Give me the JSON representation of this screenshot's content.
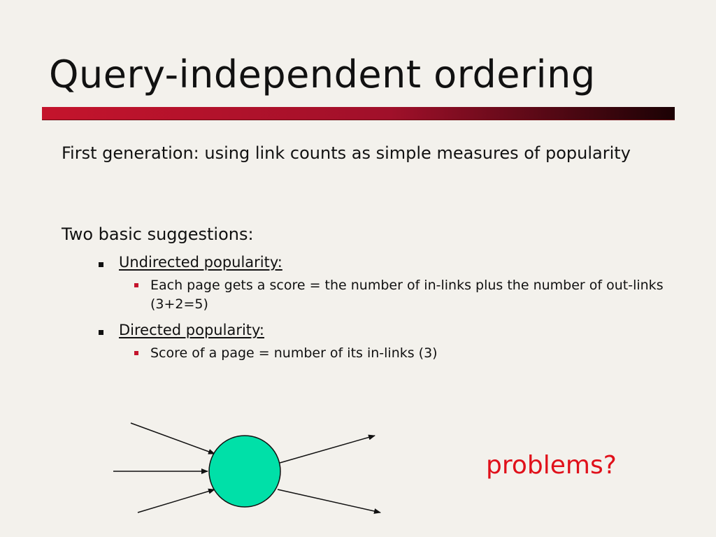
{
  "slide": {
    "title": "Query-independent ordering",
    "intro": "First generation: using link counts as simple measures of popularity",
    "suggestions_heading": "Two basic suggestions:",
    "items": [
      {
        "label": "Undirected popularity:",
        "detail": "Each page gets a score = the number of in-links plus the number of out-links (3+2=5)"
      },
      {
        "label": "Directed popularity:",
        "detail": "Score of a page = number of its in-links (3)"
      }
    ],
    "callout": "problems?"
  },
  "diagram": {
    "node_color": "#00e0a8",
    "in_links": 3,
    "out_links": 2
  },
  "colors": {
    "title_bar_start": "#c4142c",
    "title_bar_end": "#1b0204",
    "bullet_level2": "#c4142c",
    "callout": "#e0101a",
    "background": "#f3f1ec"
  }
}
